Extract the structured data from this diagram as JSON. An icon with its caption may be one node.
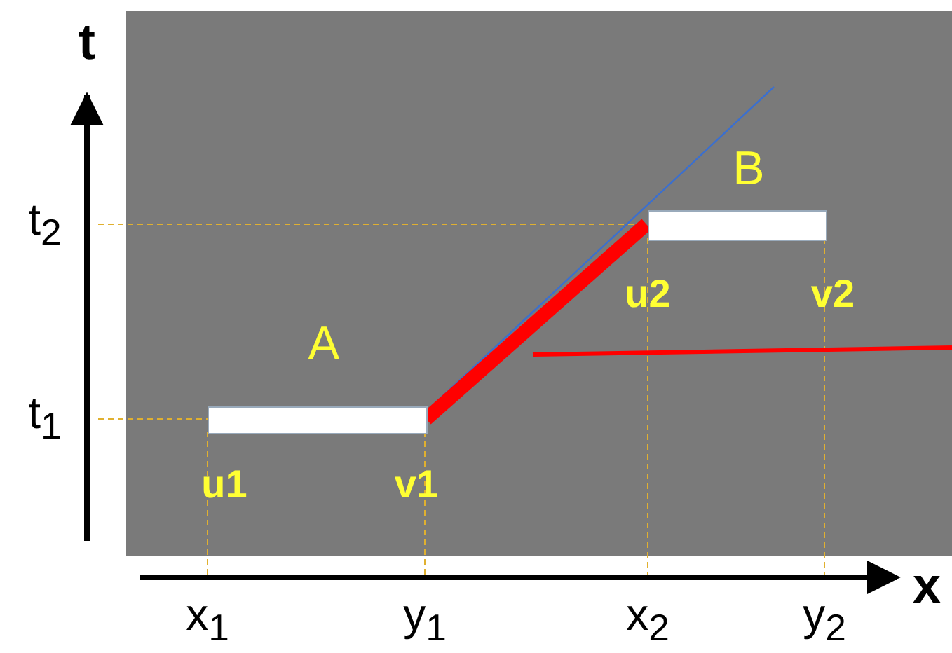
{
  "diagram": {
    "nodes": [
      {
        "text": [
          "A"
        ]
      },
      {
        "text": [
          "B"
        ]
      }
    ],
    "edges": [
      {
        "from": 0,
        "to": 1,
        "arrow": "none",
        "color": "#ff0000"
      }
    ],
    "labels": [
      "t",
      "t$_{2}$",
      "u2",
      "v2",
      "t$_{1}$",
      "u1",
      "v1",
      "x",
      "x$_{1}$",
      "y$_{1}$",
      "x$_{2}$",
      "y$_{2}$"
    ]
  }
}
